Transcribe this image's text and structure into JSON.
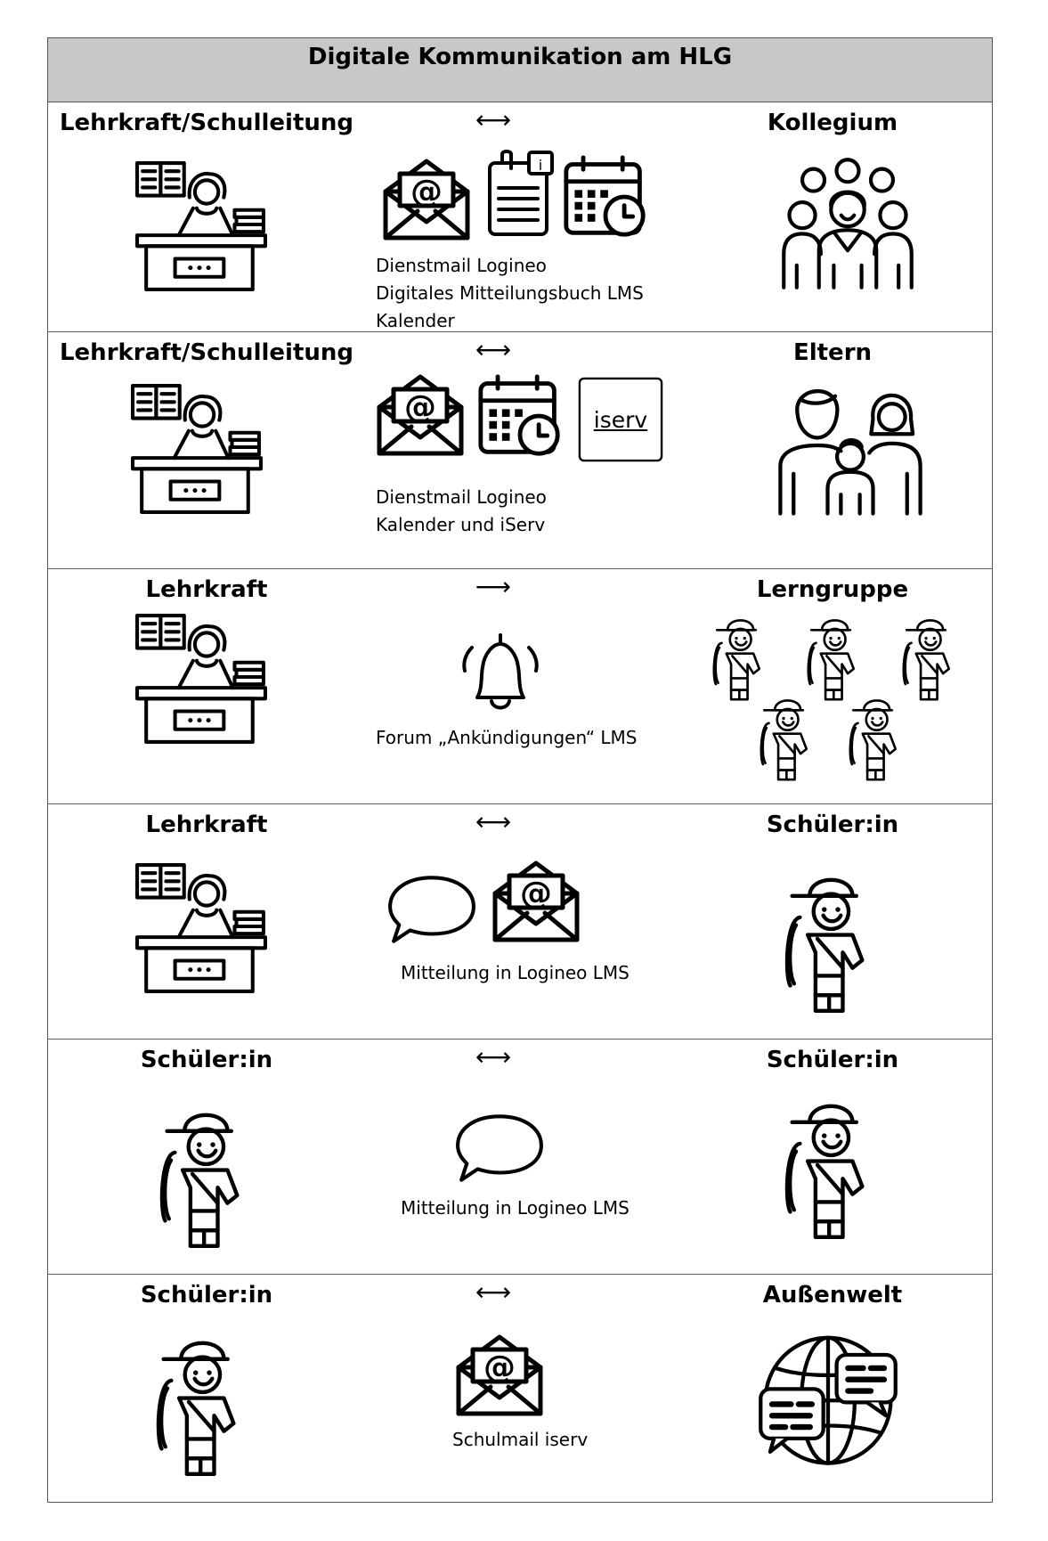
{
  "header": {
    "title": "Digitale Kommunikation am HLG"
  },
  "arrows": {
    "both": "⟷",
    "right": "⟶"
  },
  "rows": [
    {
      "left": "Lehrkraft/Schulleitung",
      "right": "Kollegium",
      "captions": [
        "Dienstmail Logineo",
        "Digitales Mitteilungsbuch LMS",
        "Kalender"
      ]
    },
    {
      "left": "Lehrkraft/Schulleitung",
      "right": "Eltern",
      "captions": [
        "Dienstmail Logineo",
        "Kalender und iServ"
      ],
      "logo_text": "iserv"
    },
    {
      "left": "Lehrkraft",
      "right": "Lerngruppe",
      "captions": [
        "Forum „Ankündigungen“ LMS"
      ]
    },
    {
      "left": "Lehrkraft",
      "right": "Schüler:in",
      "captions": [
        "Mitteilung in Logineo LMS"
      ]
    },
    {
      "left": "Schüler:in",
      "right": "Schüler:in",
      "captions": [
        "Mitteilung in Logineo LMS"
      ]
    },
    {
      "left": "Schüler:in",
      "right": "Außenwelt",
      "captions": [
        "Schulmail iserv"
      ]
    }
  ]
}
